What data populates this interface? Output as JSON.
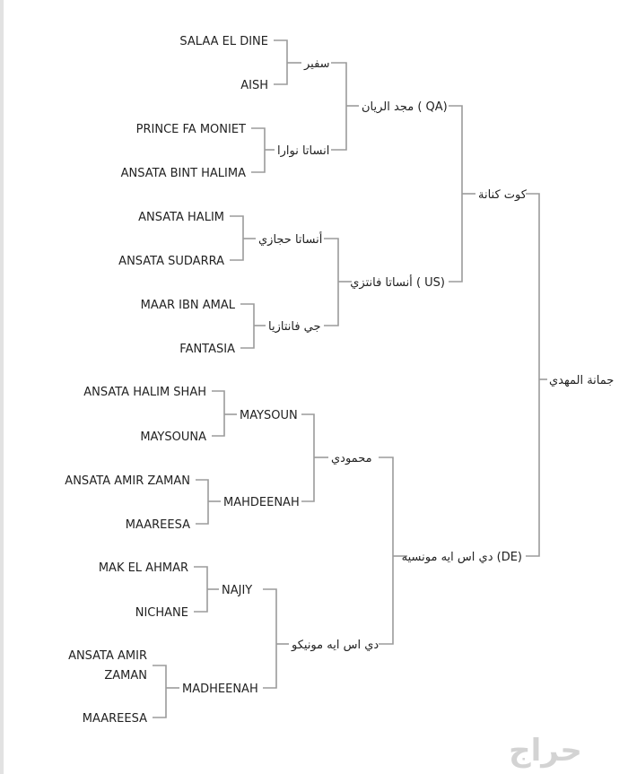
{
  "pedigree": {
    "root": "جمانة المهدي",
    "sire": "كوت كنانة",
    "dam": "دي اس ايه مونسيه (DE)",
    "sire_sire": "مجد الريان ( QA)",
    "sire_dam": "أنساتا فانتزي ( US)",
    "dam_sire": "محمودي",
    "dam_dam": "دي اس ايه مونيكو",
    "g3": [
      "سفير",
      "انساتا نوارا",
      "أنساتا حجازي",
      "جي فانتازيا",
      "MAYSOUN",
      "MAHDEENAH",
      "NAJIY",
      "MADHEENAH"
    ],
    "g4": [
      "SALAA EL DINE",
      "AISH",
      "PRINCE FA MONIET",
      "ANSATA BINT HALIMA",
      "ANSATA HALIM",
      "ANSATA SUDARRA",
      "MAAR IBN AMAL",
      "FANTASIA",
      "ANSATA HALIM SHAH",
      "MAYSOUNA",
      "ANSATA AMIR ZAMAN",
      "MAAREESA",
      "MAK EL AHMAR",
      "NICHANE",
      "ANSATA AMIR",
      "ZAMAN",
      "MAAREESA"
    ]
  },
  "watermark": {
    "label": "حراج",
    "icon": "haraj-logo"
  },
  "colors": {
    "line": "#9b9b9b",
    "text": "#222222",
    "watermark": "#c9c9c9"
  }
}
